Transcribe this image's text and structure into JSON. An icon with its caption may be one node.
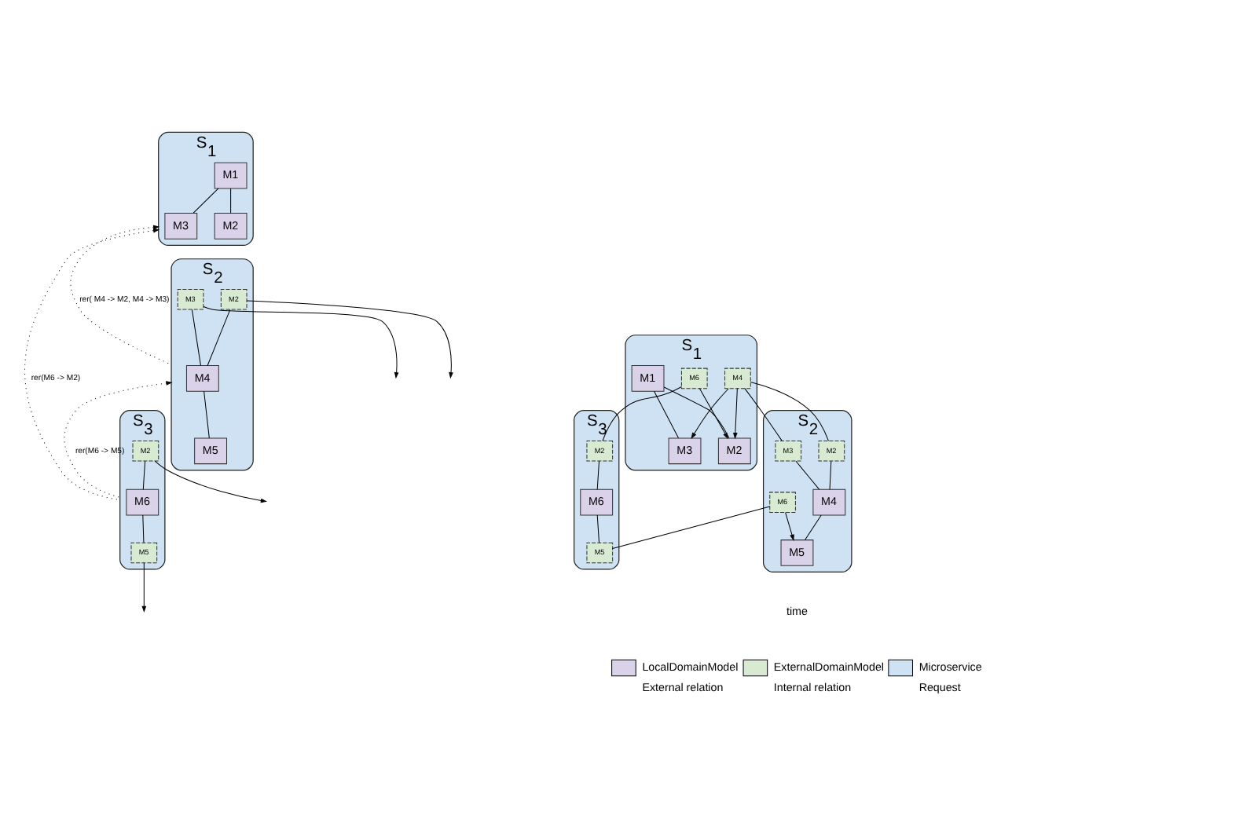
{
  "diagram": {
    "nodes": [
      {
        "text": [
          "S$_{1}$"
        ]
      },
      {
        "text": [
          "M1"
        ],
        "in": 0
      },
      {
        "text": [
          "M3"
        ],
        "in": 0
      },
      {
        "text": [
          "M2"
        ],
        "in": 0
      },
      {
        "text": [
          "S$_{2}$"
        ]
      },
      {
        "text": [
          "M3"
        ],
        "in": 4
      },
      {
        "text": [
          "M2"
        ],
        "in": 4
      },
      {
        "text": [
          "M4"
        ],
        "in": 4
      },
      {
        "text": [
          "M5"
        ],
        "in": 4
      },
      {
        "text": [
          "S$_{3}$"
        ]
      },
      {
        "text": [
          "M2"
        ],
        "in": 9
      },
      {
        "text": [
          "M6"
        ],
        "in": 9
      },
      {
        "text": [
          "M5"
        ],
        "in": 9
      },
      {
        "text": [
          "S$_{1}$"
        ]
      },
      {
        "text": [
          "M1"
        ],
        "in": 13
      },
      {
        "text": [
          "M3"
        ],
        "in": 13
      },
      {
        "text": [
          "M2"
        ],
        "in": 13
      },
      {
        "text": [
          "M6"
        ],
        "in": 13
      },
      {
        "text": [
          "M4"
        ],
        "in": 13
      },
      {
        "text": [
          "S$_{2}$"
        ]
      },
      {
        "text": [
          "M3"
        ],
        "in": 19
      },
      {
        "text": [
          "M2"
        ],
        "in": 19
      },
      {
        "text": [
          "M4"
        ],
        "in": 19
      },
      {
        "text": [
          "M6"
        ],
        "in": 19
      },
      {
        "text": [
          "M5"
        ],
        "in": 19
      },
      {
        "text": [
          "S$_{3}$"
        ]
      },
      {
        "text": [
          "M2"
        ],
        "in": 25
      },
      {
        "text": [
          "M6"
        ],
        "in": 25
      },
      {
        "text": [
          "M5"
        ],
        "in": 25
      }
    ],
    "edges": [
      {
        "from": 1,
        "to": 2,
        "arrow": "none"
      },
      {
        "from": 1,
        "to": 3,
        "arrow": "none"
      },
      {
        "from": 5,
        "to": 7,
        "arrow": "none"
      },
      {
        "from": 6,
        "to": 7,
        "arrow": "none"
      },
      {
        "from": 7,
        "to": 8,
        "arrow": "none"
      },
      {
        "from": 5,
        "to": null,
        "arrow": "to"
      },
      {
        "from": 6,
        "to": null,
        "arrow": "to"
      },
      {
        "from": 10,
        "to": 11,
        "arrow": "none"
      },
      {
        "from": 11,
        "to": 12,
        "arrow": "none"
      },
      {
        "from": 10,
        "to": null,
        "arrow": "to"
      },
      {
        "from": 12,
        "to": null,
        "arrow": "to"
      },
      {
        "from": 9,
        "to": 0,
        "label": "rer(M6 -> M2)",
        "arrow": "to",
        "style": "dashed"
      },
      {
        "from": 4,
        "to": 0,
        "label": "rer( M4 -> M2, M4 -> M3)",
        "arrow": "to",
        "style": "dashed"
      },
      {
        "from": 9,
        "to": 4,
        "label": "rer(M6 -> M5)",
        "arrow": "to",
        "style": "dashed"
      },
      {
        "from": 14,
        "to": 15,
        "arrow": "none"
      },
      {
        "from": 14,
        "to": 16,
        "arrow": "none"
      },
      {
        "from": 17,
        "to": 16,
        "arrow": "to"
      },
      {
        "from": 18,
        "to": 16,
        "arrow": "to"
      },
      {
        "from": 18,
        "to": 15,
        "arrow": "to"
      },
      {
        "from": 26,
        "to": 17,
        "arrow": "none"
      },
      {
        "from": 18,
        "to": 21,
        "arrow": "none"
      },
      {
        "from": 18,
        "to": 20,
        "arrow": "none"
      },
      {
        "from": 20,
        "to": 22,
        "arrow": "none"
      },
      {
        "from": 21,
        "to": 22,
        "arrow": "none"
      },
      {
        "from": 22,
        "to": 24,
        "arrow": "none"
      },
      {
        "from": 23,
        "to": 24,
        "arrow": "to"
      },
      {
        "from": 26,
        "to": 27,
        "arrow": "none"
      },
      {
        "from": 27,
        "to": 28,
        "arrow": "none"
      },
      {
        "from": 28,
        "to": 23,
        "arrow": "none"
      }
    ],
    "labels": [
      "time"
    ],
    "legend": [
      {
        "text": "LocalDomainModel",
        "color": "#d9d2e9"
      },
      {
        "text": "ExternalDomainModel",
        "color": "#d9ead3"
      },
      {
        "text": "Microservice",
        "color": "#cfe2f3"
      },
      {
        "text": "External relation"
      },
      {
        "text": "Internal relation"
      },
      {
        "text": "Request"
      }
    ]
  }
}
